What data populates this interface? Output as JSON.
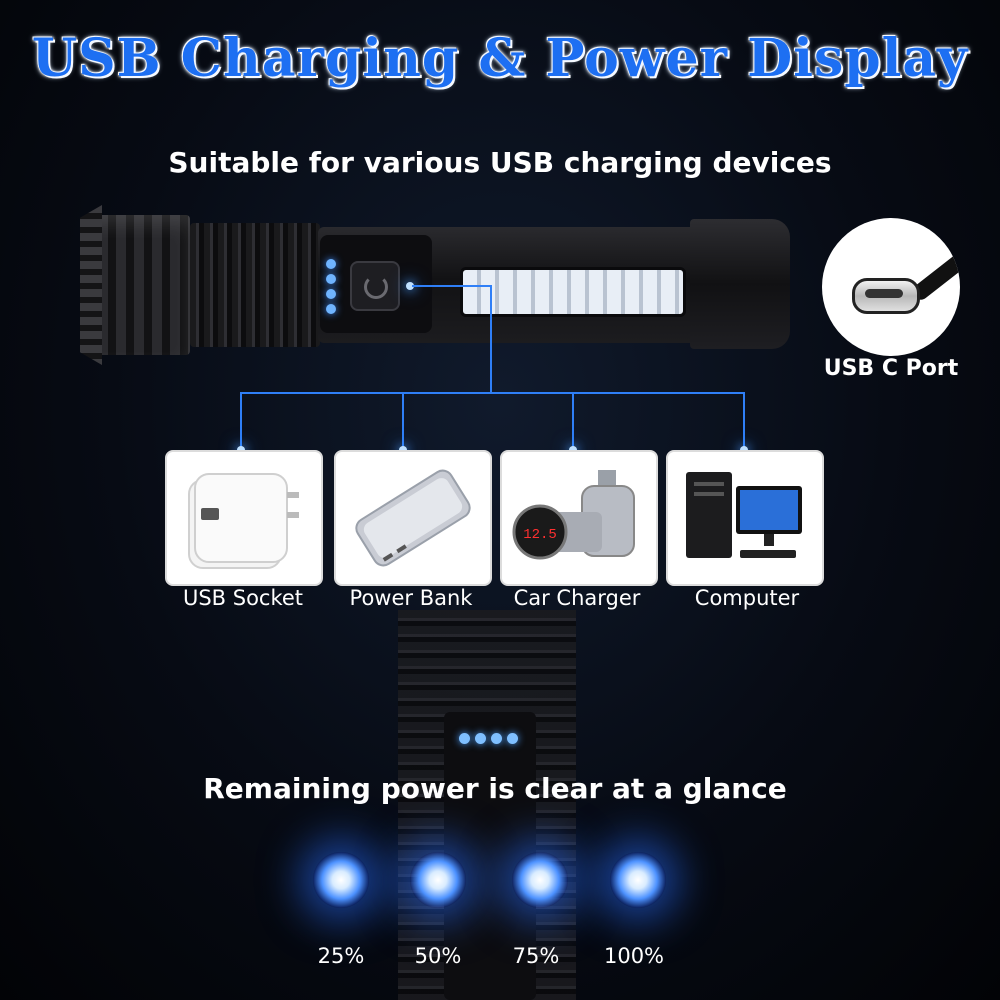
{
  "title": "USB Charging & Power Display",
  "subtitle": "Suitable for various USB charging devices",
  "usb_port_label": "USB C Port",
  "devices": [
    {
      "label": "USB Socket",
      "icon": "usb-wall-adapter-icon"
    },
    {
      "label": "Power Bank",
      "icon": "power-bank-icon"
    },
    {
      "label": "Car Charger",
      "icon": "car-charger-icon"
    },
    {
      "label": "Computer",
      "icon": "computer-icon"
    }
  ],
  "power_title": "Remaining power is clear at a glance",
  "levels": [
    "25%",
    "50%",
    "75%",
    "100%"
  ],
  "colors": {
    "accent": "#2f7ff7",
    "title": "#1d6ff2",
    "glow": "#4d92ff"
  }
}
